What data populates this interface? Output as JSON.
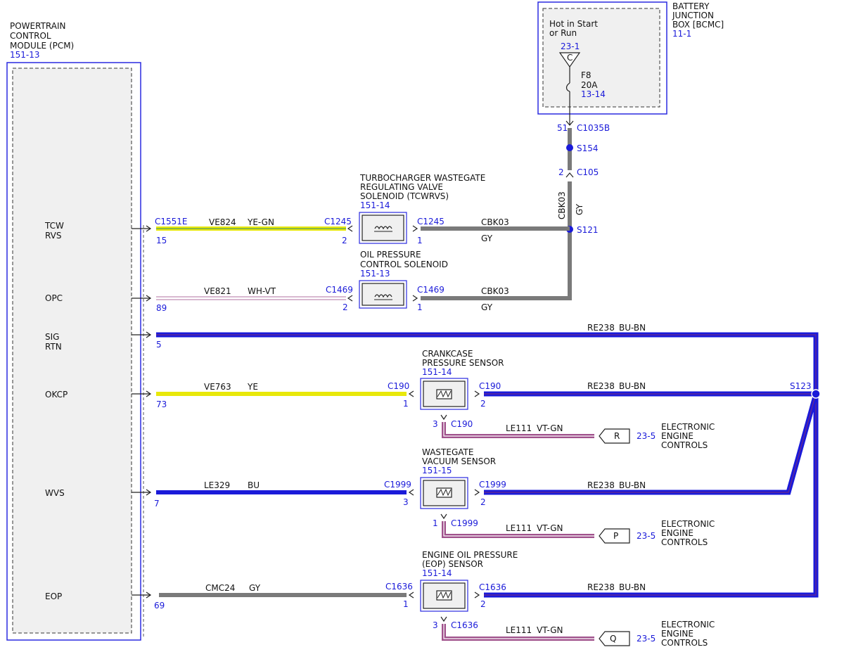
{
  "pcm": {
    "title_lines": [
      "POWERTRAIN",
      "CONTROL",
      "MODULE (PCM)"
    ],
    "ref": "151-13",
    "pins": [
      {
        "lines": [
          "TCW",
          "RVS"
        ]
      },
      {
        "lines": [
          "OPC"
        ]
      },
      {
        "lines": [
          "SIG",
          "RTN"
        ]
      },
      {
        "lines": [
          "OKCP"
        ]
      },
      {
        "lines": [
          "WVS"
        ]
      },
      {
        "lines": [
          "EOP"
        ]
      }
    ]
  },
  "bjb": {
    "title_lines": [
      "BATTERY",
      "JUNCTION",
      "BOX [BCMC]"
    ],
    "ref": "11-1",
    "hot_lines": [
      "Hot in Start",
      "or Run"
    ],
    "bus_ref": "23-1",
    "bus_letter": "C",
    "fuse": "F8",
    "fuse_rating": "20A",
    "fuse_ref": "13-14"
  },
  "connectors": {
    "c1035b": "C1035B",
    "c1035b_pin": "51",
    "s154": "S154",
    "c105": "C105",
    "c105_pin": "2",
    "s121": "S121",
    "s123": "S123",
    "c1551e": "C1551E"
  },
  "vertical_wire": {
    "circuit": "CBK03",
    "color": "GY"
  },
  "tcwrvs": {
    "title_lines": [
      "TURBOCHARGER WASTEGATE",
      "REGULATING VALVE",
      "SOLENOID (TCWRVS)"
    ],
    "ref": "151-14",
    "left_conn": "C1245",
    "left_pin": "2",
    "right_conn": "C1245",
    "right_pin": "1",
    "pcm_pin": "15",
    "left_circuit": "VE824",
    "left_color": "YE-GN",
    "right_circuit": "CBK03",
    "right_color": "GY"
  },
  "ocs": {
    "title_lines": [
      "OIL PRESSURE",
      "CONTROL SOLENOID"
    ],
    "ref": "151-13",
    "left_conn": "C1469",
    "left_pin": "2",
    "right_conn": "C1469",
    "right_pin": "1",
    "pcm_pin": "89",
    "left_circuit": "VE821",
    "left_color": "WH-VT",
    "right_circuit": "CBK03",
    "right_color": "GY"
  },
  "sigrtn": {
    "pcm_pin": "5",
    "circuit": "RE238",
    "color": "BU-BN"
  },
  "sensors": [
    {
      "title_lines": [
        "CRANKCASE",
        "PRESSURE SENSOR"
      ],
      "ref": "151-14",
      "left_conn": "C190",
      "left_pin": "1",
      "right_conn": "C190",
      "right_pin": "2",
      "bottom_conn": "C190",
      "bottom_pin": "3",
      "pcm_pin": "73",
      "left_circuit": "VE763",
      "left_color": "YE",
      "right_circuit": "RE238",
      "right_color": "BU-BN",
      "bottom_circuit": "LE111",
      "bottom_color": "VT-GN",
      "dest_letter": "R",
      "dest_ref": "23-5",
      "dest_lines": [
        "ELECTRONIC",
        "ENGINE",
        "CONTROLS"
      ]
    },
    {
      "title_lines": [
        "WASTEGATE",
        "VACUUM SENSOR"
      ],
      "ref": "151-15",
      "left_conn": "C1999",
      "left_pin": "3",
      "right_conn": "C1999",
      "right_pin": "2",
      "bottom_conn": "C1999",
      "bottom_pin": "1",
      "pcm_pin": "7",
      "left_circuit": "LE329",
      "left_color": "BU",
      "right_circuit": "RE238",
      "right_color": "BU-BN",
      "bottom_circuit": "LE111",
      "bottom_color": "VT-GN",
      "dest_letter": "P",
      "dest_ref": "23-5",
      "dest_lines": [
        "ELECTRONIC",
        "ENGINE",
        "CONTROLS"
      ]
    },
    {
      "title_lines": [
        "ENGINE OIL PRESSURE",
        "(EOP) SENSOR"
      ],
      "ref": "151-14",
      "left_conn": "C1636",
      "left_pin": "1",
      "right_conn": "C1636",
      "right_pin": "2",
      "bottom_conn": "C1636",
      "bottom_pin": "3",
      "pcm_pin": "69",
      "left_circuit": "CMC24",
      "left_color": "GY",
      "right_circuit": "RE238",
      "right_color": "BU-BN",
      "bottom_circuit": "LE111",
      "bottom_color": "VT-GN",
      "dest_letter": "Q",
      "dest_ref": "23-5",
      "dest_lines": [
        "ELECTRONIC",
        "ENGINE",
        "CONTROLS"
      ]
    }
  ],
  "colors": {
    "blue_text": "#1a1ad9",
    "wire_gray": "#7a7a7a",
    "wire_blue": "#1a1ad9",
    "wire_yellow": "#e8e80a",
    "wire_violet": "#a0528c",
    "box_fill": "#f0f0f0"
  }
}
